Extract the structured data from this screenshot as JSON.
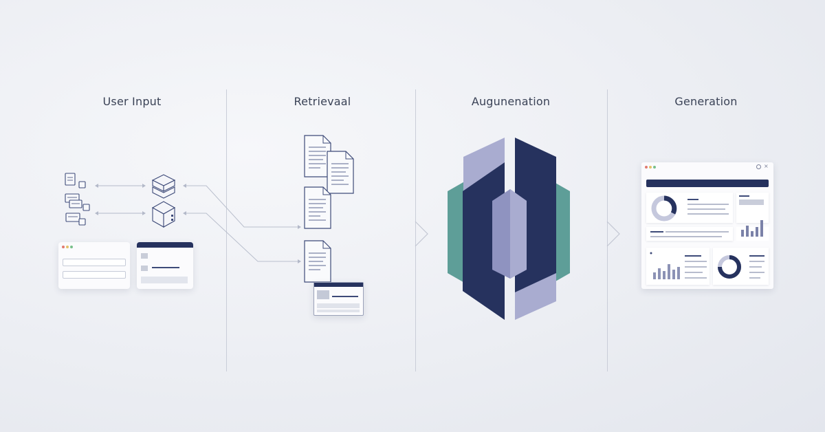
{
  "stages": [
    {
      "label": "User Input"
    },
    {
      "label": "Retrievaal"
    },
    {
      "label": "Augunenation"
    },
    {
      "label": "Generation"
    }
  ],
  "colors": {
    "navy": "#26325e",
    "lavender": "#a9acd0",
    "teal": "#5e9e98",
    "line": "#b3b9c9",
    "ink": "#3a4256"
  },
  "icons": [
    "document-icon",
    "database-icon",
    "cube-icon",
    "hexagon-logo-icon",
    "dashboard-window-icon"
  ]
}
